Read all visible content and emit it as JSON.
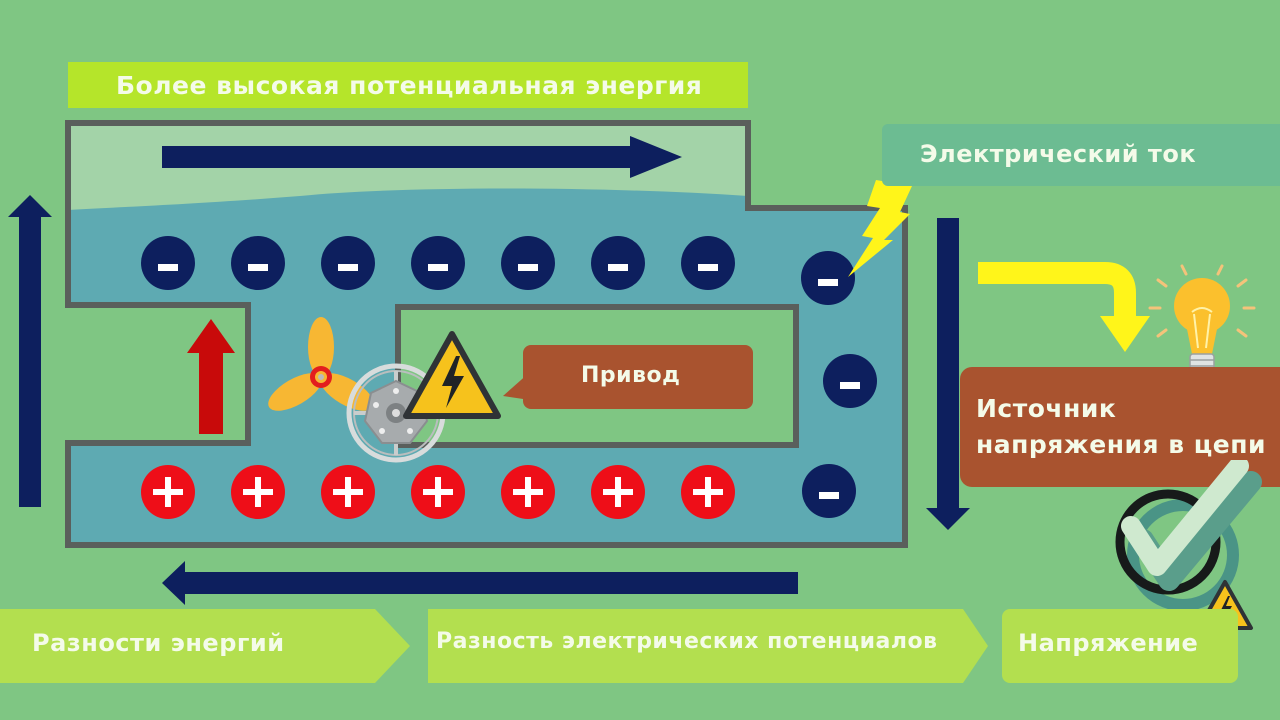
{
  "title": "Напряжение — аналогия с водой",
  "labels": {
    "higher_potential_energy": "Более высокая потенциальная энергия",
    "electric_current": "Электрический ток",
    "drive": "Привод",
    "voltage_source": "Источник напряжения в цепи"
  },
  "flow_steps": [
    {
      "label": "Разности энергий"
    },
    {
      "label": "Разность электрических потенциалов"
    },
    {
      "label": "Напряжение"
    }
  ],
  "charges": {
    "negative_symbol": "–",
    "positive_symbol": "+",
    "top_row_negative_count": 7,
    "right_column_negative_count": 3,
    "bottom_row_positive_count": 7
  },
  "icons": {
    "propeller": "propeller-icon",
    "motor_wheel": "motor-wheel-icon",
    "warning_high_voltage": "high-voltage-warning-icon",
    "lightning": "lightning-icon",
    "light_bulb": "light-bulb-icon",
    "check_mark": "check-mark-icon"
  },
  "colors": {
    "background": "#7fc683",
    "water": "#5eaab2",
    "water_top": "#a3d3a8",
    "pipe_wall": "#5a5f5c",
    "flow_arrow": "#0d1f5e",
    "negative_charge": "#0d1f5e",
    "positive_charge": "#ee0e18",
    "pressure_arrow": "#c80a0a",
    "lightning": "#fff51a",
    "callout": "#a9532f",
    "banner_lime": "#b5e52a",
    "step_lime": "#b3df4f"
  }
}
